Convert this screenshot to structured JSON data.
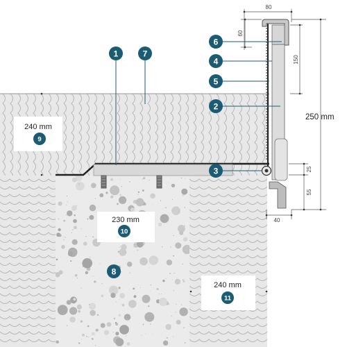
{
  "colors": {
    "accent": "#1b5b74",
    "insulation_fill": "#e8e8e8",
    "insulation_line": "#b9b9b9",
    "concrete": "#ebebeb",
    "membrane": "#222222",
    "flashing": "#c8c8c8"
  },
  "callouts": {
    "c1": "1",
    "c2": "2",
    "c3": "3",
    "c4": "4",
    "c5": "5",
    "c6": "6",
    "c7": "7",
    "c8": "8",
    "c9": "9",
    "c10": "10",
    "c11": "11"
  },
  "labels": {
    "roof_insulation_thickness": "240 mm",
    "slab_thickness": "230 mm",
    "wall_insulation_thickness": "240 mm"
  },
  "dimensions": {
    "top_width": "80",
    "cap_height": "60",
    "upstand_height": "150",
    "total_height": "250 mm",
    "anchor_offset": "25",
    "bottom_height": "55",
    "bottom_width": "40"
  }
}
